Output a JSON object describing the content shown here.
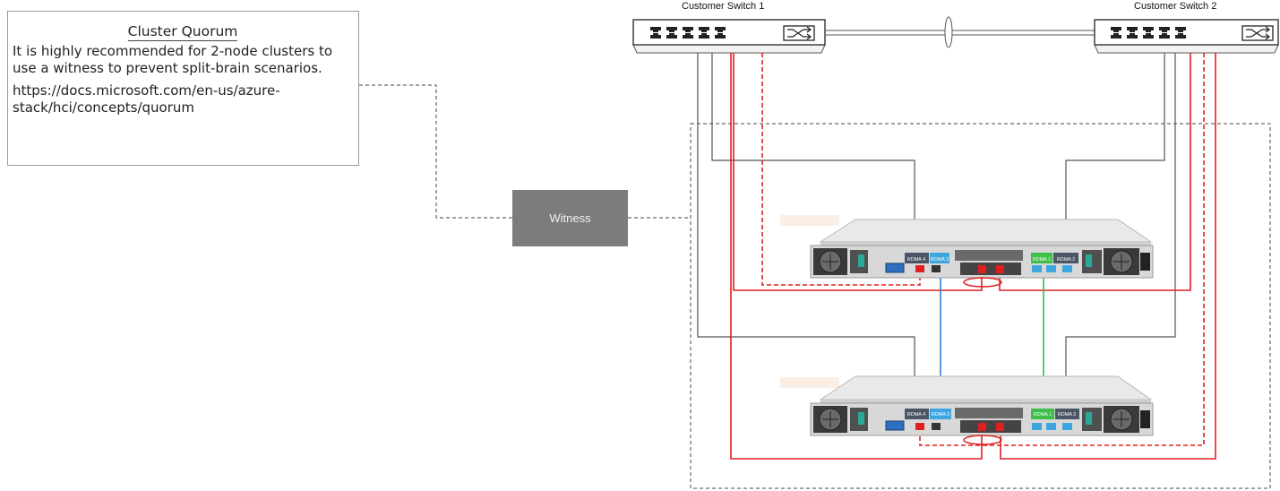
{
  "quorum_note": {
    "title": "Cluster Quorum",
    "text": "It is highly recommended for 2-node clusters to use a witness to prevent split-brain scenarios.",
    "link": "https://docs.microsoft.com/en-us/azure-stack/hci/concepts/quorum"
  },
  "witness": {
    "label": "Witness"
  },
  "switches": [
    {
      "label": "Customer Switch 1"
    },
    {
      "label": "Customer Switch 2"
    }
  ],
  "nodes": [
    {
      "ports": {
        "rdma4": "RDMA 4",
        "rdma3": "RDMA 3",
        "rdma1": "RDMA 1",
        "rdma2": "RDMA 2"
      }
    },
    {
      "ports": {
        "rdma4": "RDMA 4",
        "rdma3": "RDMA 3",
        "rdma1": "RDMA 1",
        "rdma2": "RDMA 2"
      }
    }
  ],
  "colors": {
    "management_link": "#555555",
    "storage_link": "#e02020",
    "direct_link_a": "#2b82d9",
    "direct_link_b": "#2ec33a",
    "witness_fill": "#7c7c7c",
    "boundary": "#444444"
  }
}
